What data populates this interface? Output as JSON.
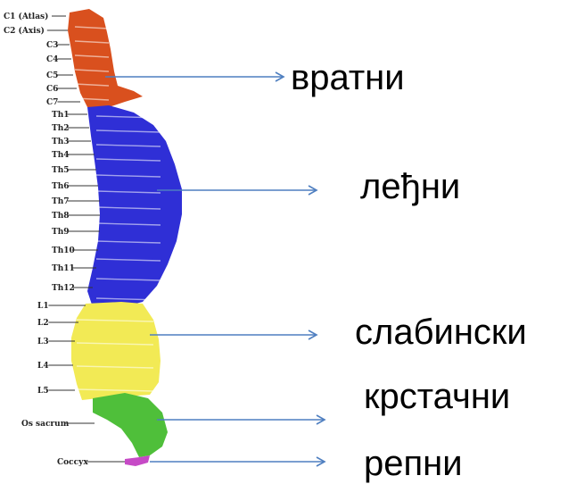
{
  "colors": {
    "cervical": "#d9501e",
    "thoracic": "#2f2fd6",
    "lumbar": "#f2ea55",
    "sacrum": "#4fbf3a",
    "coccyx": "#c64ac6",
    "arrow": "#4f7fc0",
    "tick": "#333333"
  },
  "vertebra_labels": [
    "C1 (Atlas)",
    "C2 (Axis)",
    "C3",
    "C4",
    "C5",
    "C6",
    "C7",
    "Th1",
    "Th2",
    "Th3",
    "Th4",
    "Th5",
    "Th6",
    "Th7",
    "Th8",
    "Th9",
    "Th10",
    "Th11",
    "Th12",
    "L1",
    "L2",
    "L3",
    "L4",
    "L5",
    "Os sacrum",
    "Coccyx"
  ],
  "regions": [
    {
      "id": "cervical",
      "label": "вратни",
      "arrow": "arrow-icon"
    },
    {
      "id": "thoracic",
      "label": "леђни",
      "arrow": "arrow-icon"
    },
    {
      "id": "lumbar",
      "label": "слабински",
      "arrow": "arrow-icon"
    },
    {
      "id": "sacral",
      "label": "крстачни",
      "arrow": "arrow-icon"
    },
    {
      "id": "coccygeal",
      "label": "репни",
      "arrow": "arrow-icon"
    }
  ]
}
